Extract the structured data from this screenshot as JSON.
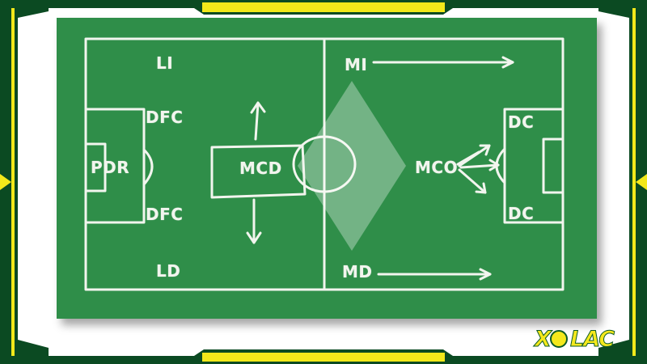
{
  "positions": {
    "li": "LI",
    "dfc_top": "DFC",
    "por": "PDR",
    "dfc_bottom": "DFC",
    "ld": "LD",
    "mcd": "MCD",
    "mi": "MI",
    "md": "MD",
    "mco": "MCO",
    "dc_top": "DC",
    "dc_bottom": "DC"
  },
  "brand": {
    "logo_text_left": "X",
    "logo_text_right": "LAC"
  },
  "colors": {
    "frame_dark": "#0b4a22",
    "frame_accent": "#f2e81a",
    "pitch": "#2f8e49",
    "chalk": "#f2f5ee"
  }
}
